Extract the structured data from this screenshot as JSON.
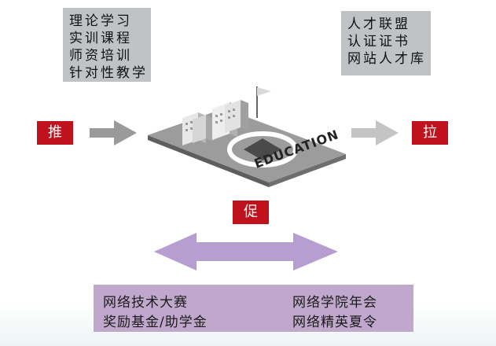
{
  "left_box": {
    "lines": [
      "理论学习",
      "实训课程",
      "师资培训",
      "针对性教学"
    ]
  },
  "right_box": {
    "lines": [
      "人才联盟",
      "认证证书",
      "网站人才库"
    ]
  },
  "labels": {
    "push": "推",
    "pull": "拉",
    "promote": "促"
  },
  "platform": {
    "text": "EDUCATION"
  },
  "bottom_box": {
    "items": [
      "网络技术大赛",
      "奖励基金/助学金",
      "网络学院年会",
      "网络精英夏令"
    ]
  },
  "colors": {
    "red": "#c0121c",
    "gray_box": "#bfc3c5",
    "purple_box": "#bfa8cc",
    "purple_arrow": "#b79ed0",
    "left_arrow": "#9a9a9a",
    "right_arrow": "#bcbcbc"
  }
}
